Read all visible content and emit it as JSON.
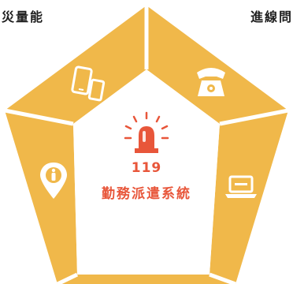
{
  "corner_labels": {
    "left": "災量能",
    "right": "進線問"
  },
  "center": {
    "number": "119",
    "name": "勤務派遣系統",
    "icon": "siren-icon"
  },
  "segments": [
    {
      "icon": "phone-icon"
    },
    {
      "icon": "laptop-icon"
    },
    {
      "icon": "presentation-icon"
    },
    {
      "icon": "location-pin-icon"
    },
    {
      "icon": "mobile-devices-icon"
    }
  ],
  "colors": {
    "segment_fill": "#f0b84a",
    "accent": "#e8563a",
    "divider": "#ffffff",
    "icon": "#ffffff"
  }
}
